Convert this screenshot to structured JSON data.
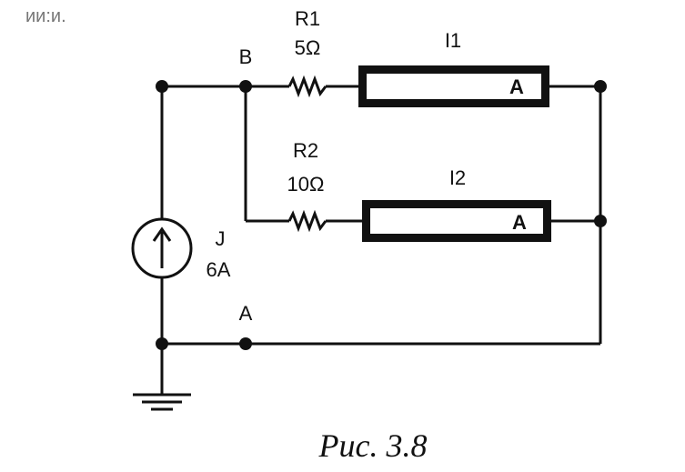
{
  "scan_marks": "ии:и.",
  "nodes": {
    "b": "B",
    "a": "A"
  },
  "resistor_r1": {
    "name": "R1",
    "value": "5Ω"
  },
  "resistor_r2": {
    "name": "R2",
    "value": "10Ω"
  },
  "ammeter_1": {
    "name": "I1",
    "symbol": "A"
  },
  "ammeter_2": {
    "name": "I2",
    "symbol": "A"
  },
  "current_source": {
    "name": "J",
    "value": "6A"
  },
  "caption": "Рис. 3.8",
  "colors": {
    "ink": "#111111",
    "paper": "#ffffff",
    "meter_fill": "#ffffff"
  },
  "icons": [
    "current-source-icon",
    "resistor-icon",
    "ammeter-icon",
    "ground-icon"
  ]
}
